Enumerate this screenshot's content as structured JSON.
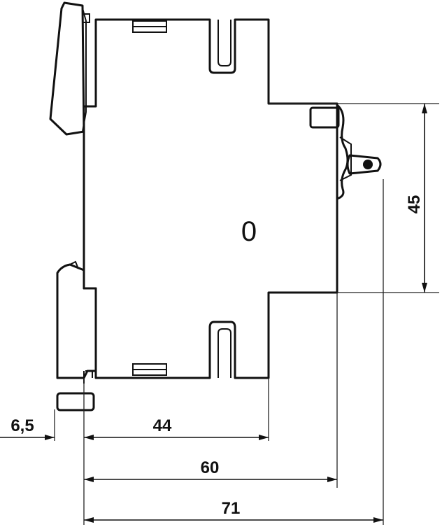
{
  "device_mark": "0",
  "dimensions": {
    "offset": "6,5",
    "depth_44": "44",
    "depth_60": "60",
    "depth_71": "71",
    "height_45": "45"
  }
}
